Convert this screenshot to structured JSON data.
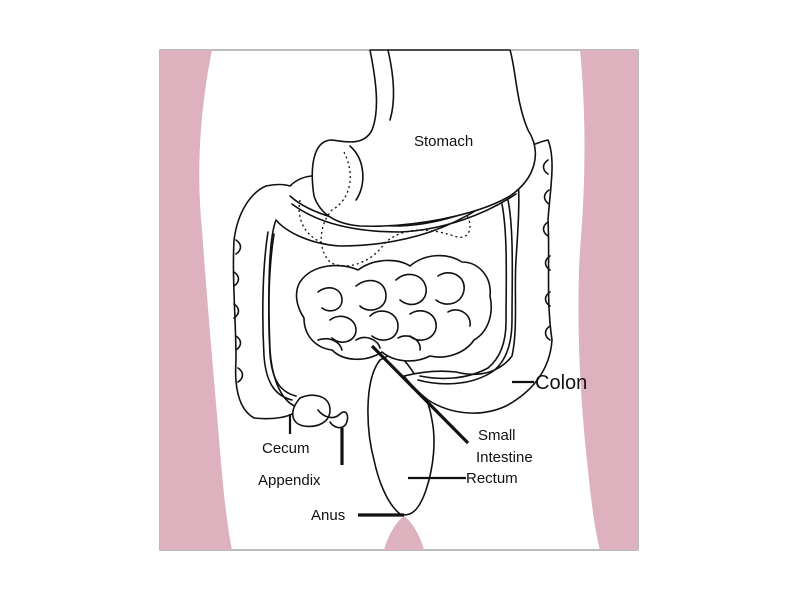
{
  "colors": {
    "skin": "#ddb1bd",
    "outline": "#111111",
    "background": "#ffffff"
  },
  "labels": {
    "stomach": "Stomach",
    "colon": "Colon",
    "cecum": "Cecum",
    "appendix": "Appendix",
    "small_intestine_line1": "Small",
    "small_intestine_line2": "Intestine",
    "rectum": "Rectum",
    "anus": "Anus"
  }
}
